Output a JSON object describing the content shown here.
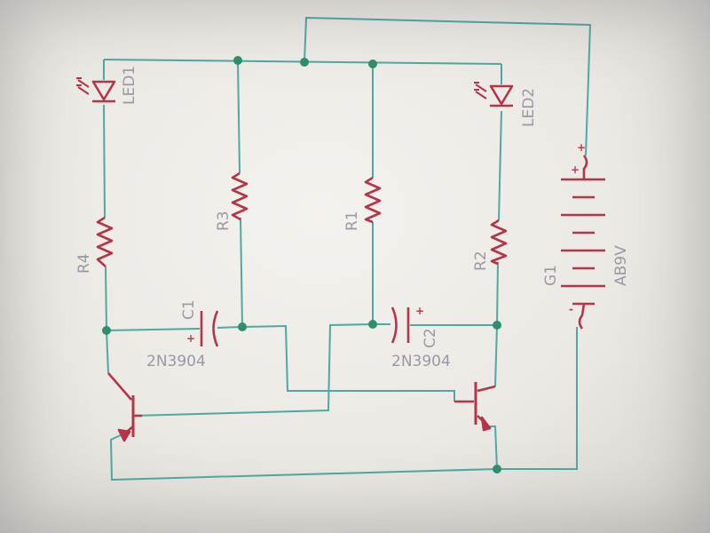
{
  "colors": {
    "wire": "#4ea8a4",
    "component": "#b53447",
    "label": "#9b98a6",
    "junction": "#2e8f6c"
  },
  "components": {
    "led1": "LED1",
    "led2": "LED2",
    "r1": "R1",
    "r2": "R2",
    "r3": "R3",
    "r4": "R4",
    "c1": "C1",
    "c2": "C2",
    "q1": "2N3904",
    "q2": "2N3904",
    "g1": "G1",
    "battery": "AB9V"
  },
  "polarity": {
    "plus": "+",
    "minus": "-"
  }
}
